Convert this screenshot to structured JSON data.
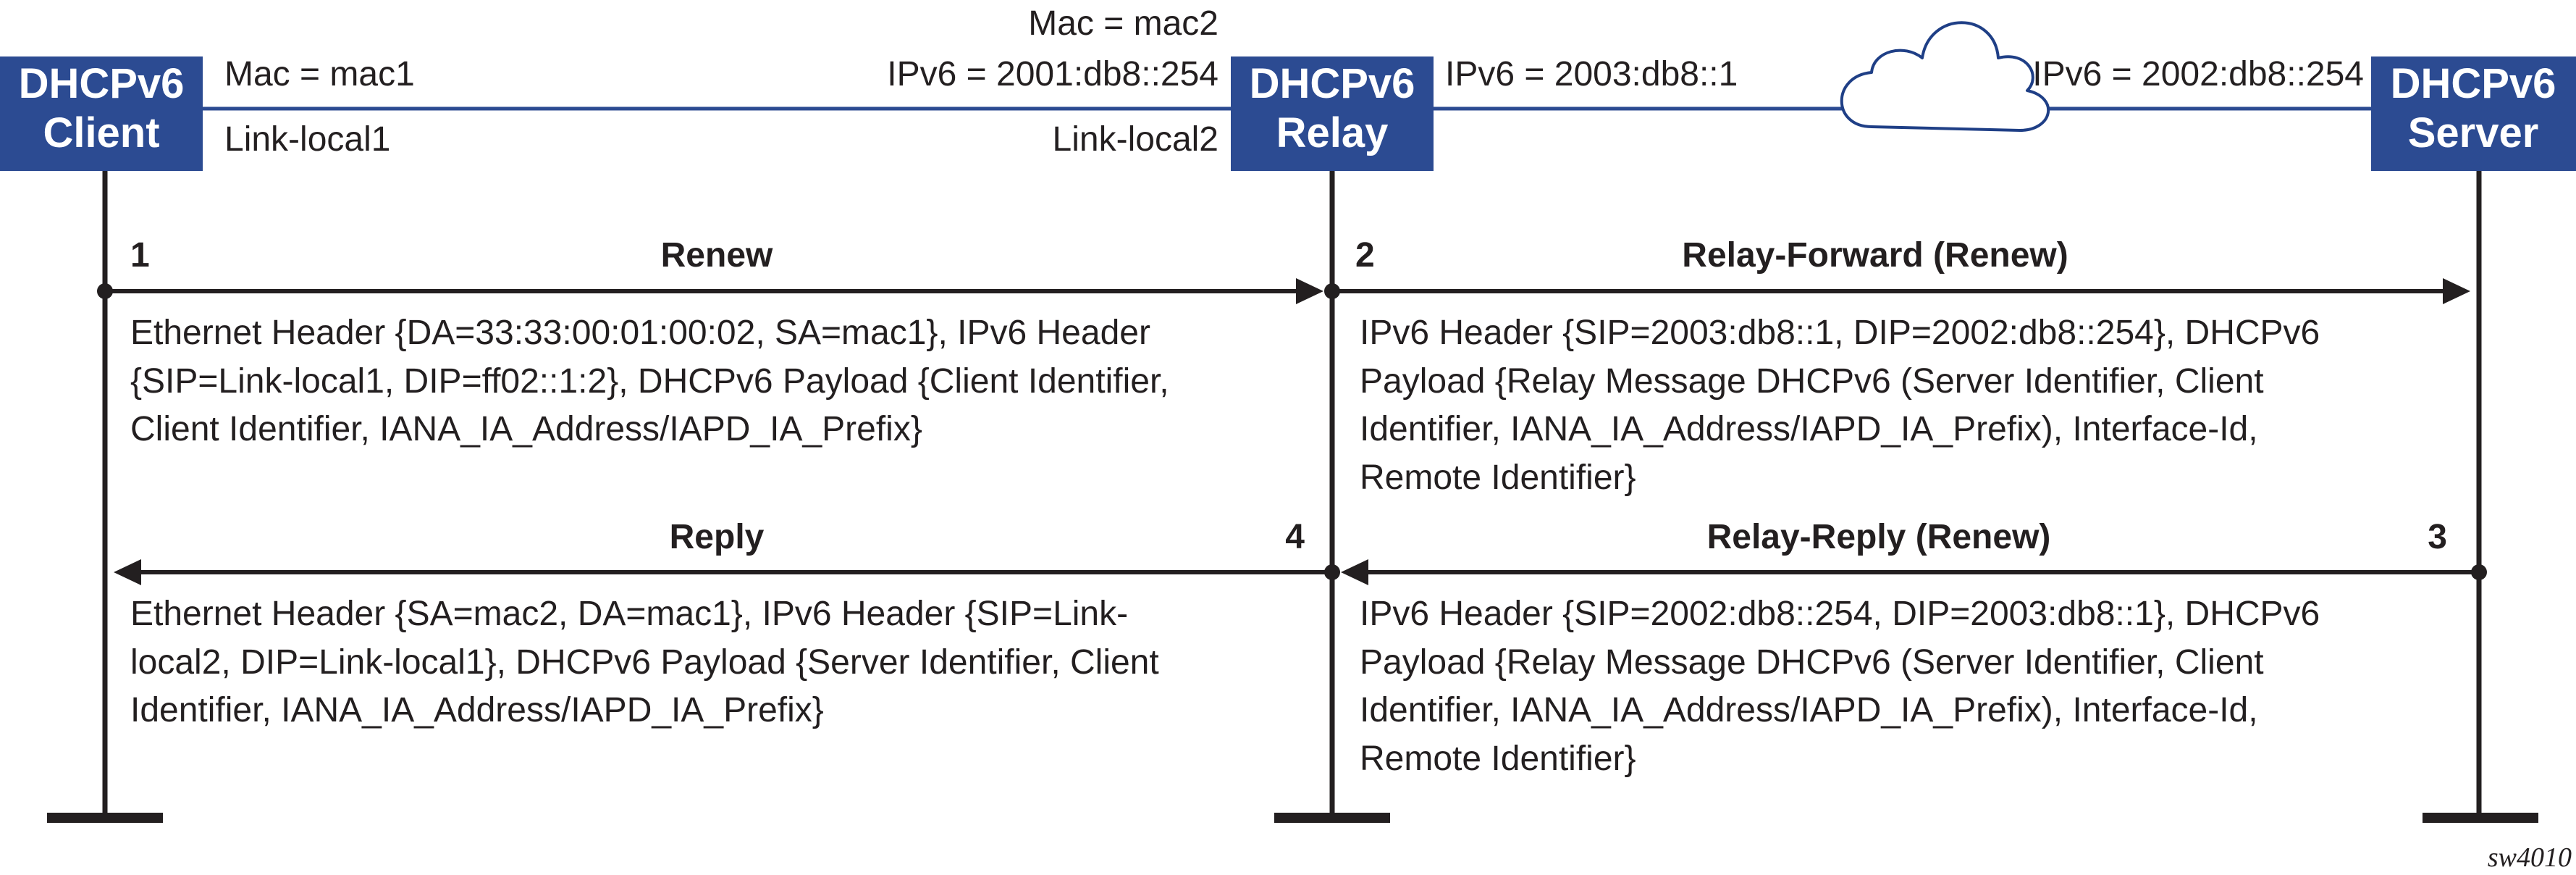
{
  "nodes": {
    "client": [
      "DHCPv6",
      "Client"
    ],
    "relay": [
      "DHCPv6",
      "Relay"
    ],
    "server": [
      "DHCPv6",
      "Server"
    ]
  },
  "links": {
    "client_mac": "Mac = mac1",
    "client_ll": "Link-local1",
    "relay_mac": "Mac = mac2",
    "relay_ipv6_left": "IPv6 = 2001:db8::254",
    "relay_ll": "Link-local2",
    "relay_ipv6_right": "IPv6 = 2003:db8::1",
    "server_ipv6": "IPv6 = 2002:db8::254"
  },
  "messages": [
    {
      "number": "1",
      "title": "Renew",
      "lines": [
        "Ethernet Header {DA=33:33:00:01:00:02, SA=mac1}, IPv6 Header",
        "{SIP=Link-local1, DIP=ff02::1:2}, DHCPv6 Payload {Client Identifier,",
        "Client Identifier, IANA_IA_Address/IAPD_IA_Prefix}"
      ]
    },
    {
      "number": "2",
      "title": "Relay-Forward (Renew)",
      "lines": [
        "IPv6 Header {SIP=2003:db8::1, DIP=2002:db8::254}, DHCPv6",
        "Payload {Relay Message DHCPv6 (Server Identifier, Client",
        "Identifier, IANA_IA_Address/IAPD_IA_Prefix), Interface-Id,",
        "Remote Identifier}"
      ]
    },
    {
      "number": "3",
      "title": "Relay-Reply (Renew)",
      "lines": [
        "IPv6 Header {SIP=2002:db8::254, DIP=2003:db8::1}, DHCPv6",
        "Payload {Relay Message DHCPv6 (Server Identifier, Client",
        "Identifier, IANA_IA_Address/IAPD_IA_Prefix), Interface-Id,",
        "Remote Identifier}"
      ]
    },
    {
      "number": "4",
      "title": "Reply",
      "lines": [
        "Ethernet Header {SA=mac2, DA=mac1}, IPv6 Header {SIP=Link-",
        "local2, DIP=Link-local1}, DHCPv6 Payload {Server Identifier, Client",
        "Identifier, IANA_IA_Address/IAPD_IA_Prefix}"
      ]
    }
  ],
  "figure_id": "sw4010",
  "colors": {
    "node_fill": "#2c4b92",
    "link_line": "#2c4b92",
    "ink": "#231f20",
    "cloud_stroke": "#1f3f86",
    "cloud_fill": "#ffffff"
  }
}
